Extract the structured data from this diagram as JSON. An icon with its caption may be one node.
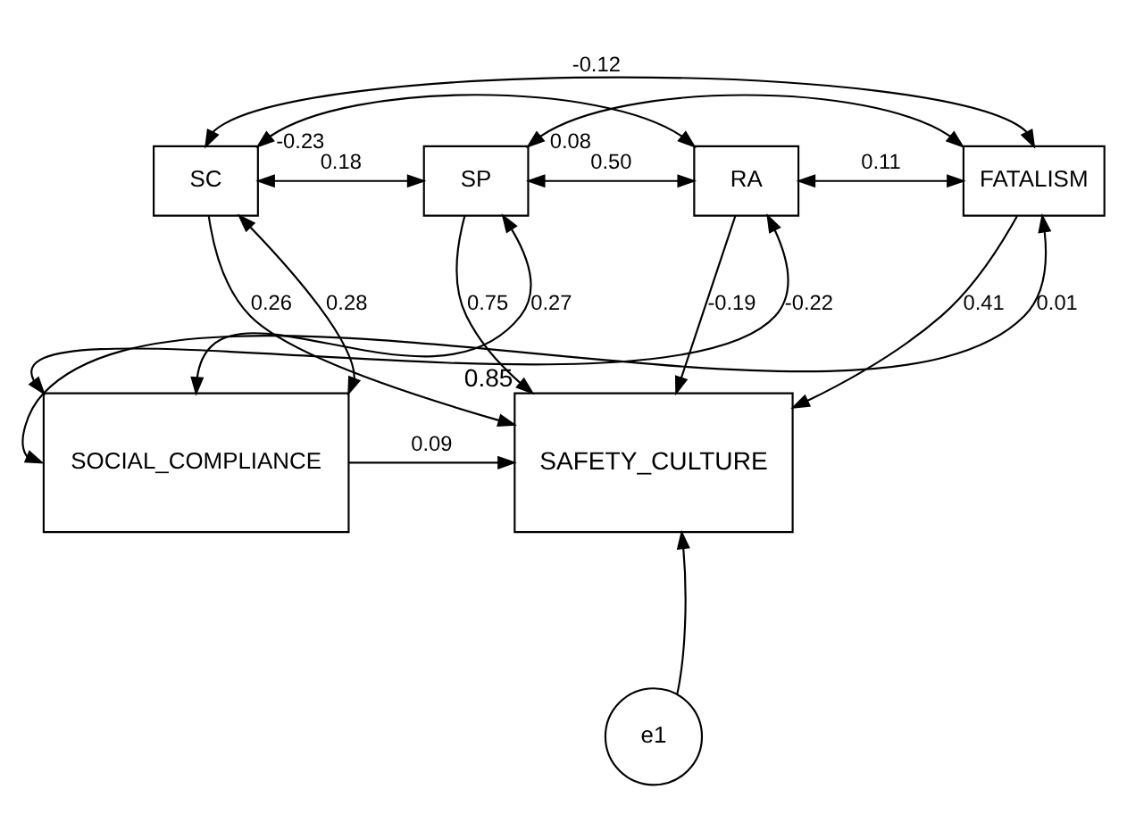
{
  "diagram": {
    "nodes": [
      {
        "text": [
          "SC"
        ]
      },
      {
        "text": [
          "SP"
        ]
      },
      {
        "text": [
          "RA"
        ]
      },
      {
        "text": [
          "FATALISM"
        ]
      },
      {
        "text": [
          "SOCIAL_COMPLIANCE"
        ]
      },
      {
        "text": [
          "SAFETY_CULTURE"
        ],
        "beside": [
          "0.85"
        ]
      },
      {
        "text": [
          "e1"
        ]
      }
    ],
    "edges": [
      {
        "from": 4,
        "to": 3,
        "arrow": "both",
        "label": "0.01"
      },
      {
        "from": 0,
        "to": 3,
        "arrow": "both",
        "label": "-0.12"
      },
      {
        "from": 4,
        "to": 2,
        "arrow": "both",
        "label": "-0.22"
      },
      {
        "from": 0,
        "to": 2,
        "arrow": "both",
        "label": "-0.23"
      },
      {
        "from": 1,
        "to": 3,
        "arrow": "both",
        "label": "0.08"
      },
      {
        "from": 4,
        "to": 1,
        "arrow": "both",
        "label": "0.27"
      },
      {
        "from": 0,
        "to": 1,
        "arrow": "both",
        "label": "0.18"
      },
      {
        "from": 1,
        "to": 2,
        "arrow": "both",
        "label": "0.50"
      },
      {
        "from": 2,
        "to": 3,
        "arrow": "both",
        "label": "0.11"
      },
      {
        "from": 4,
        "to": 0,
        "arrow": "both",
        "label": "0.28"
      },
      {
        "from": 0,
        "to": 5,
        "arrow": "to",
        "label": "0.26"
      },
      {
        "from": 1,
        "to": 5,
        "arrow": "to",
        "label": "0.75"
      },
      {
        "from": 2,
        "to": 5,
        "arrow": "to",
        "label": "-0.19"
      },
      {
        "from": 3,
        "to": 5,
        "arrow": "to",
        "label": "0.41"
      },
      {
        "from": 4,
        "to": 5,
        "arrow": "to",
        "label": "0.09"
      },
      {
        "from": 6,
        "to": 5,
        "arrow": "to"
      }
    ]
  }
}
